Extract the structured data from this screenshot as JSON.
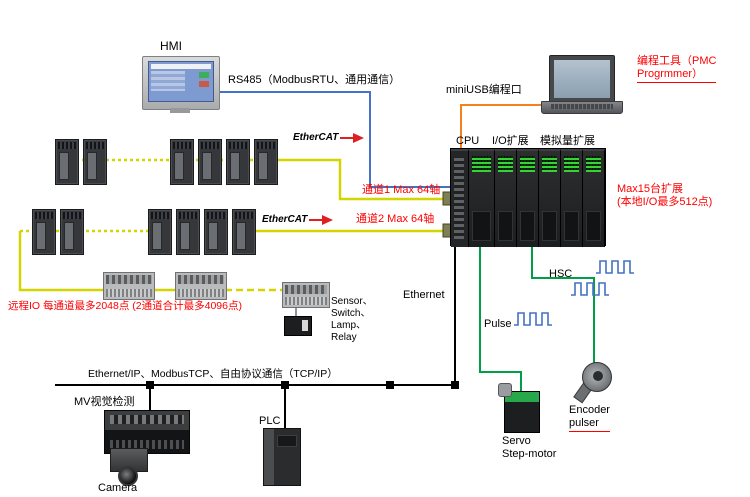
{
  "colors": {
    "red": "#ff0000",
    "blue": "#4472c4",
    "orange": "#f4801f",
    "yellow": "#d4d400",
    "green": "#009f45",
    "waveform_blue": "#4472c4"
  },
  "hmi": {
    "label": "HMI"
  },
  "rs485": {
    "label": "RS485（ModbusRTU、通用通信）"
  },
  "miniusb": {
    "label": "miniUSB编程口"
  },
  "programmer": {
    "line1": "编程工具（PMC",
    "line2": "Progrmmer）"
  },
  "rack": {
    "cpu_label": "CPU",
    "io_label": "I/O扩展",
    "analog_label": "模拟量扩展"
  },
  "max_expansion": {
    "line1": "Max15台扩展",
    "line2": "(本地I/O最多512点)"
  },
  "ethercat1": {
    "label": "EtherCAT"
  },
  "ethercat2": {
    "label": "EtherCAT"
  },
  "channel1": {
    "label": "通道1  Max 64轴"
  },
  "channel2": {
    "label": "通道2  Max 64轴"
  },
  "remote_io_note": {
    "label": "远程IO  每通道最多2048点 (2通道合计最多4096点)"
  },
  "sensor_group": {
    "line1": "Sensor、",
    "line2": "Switch、",
    "line3": "Lamp、",
    "line4": "Relay"
  },
  "ethernet": {
    "label": "Ethernet"
  },
  "pulse": {
    "label": "Pulse"
  },
  "hsc": {
    "label": "HSC"
  },
  "fieldbus": {
    "label": "Ethernet/IP、ModbusTCP、自由协议通信（TCP/IP）"
  },
  "mv": {
    "label": "MV视觉检测"
  },
  "plc": {
    "label": "PLC"
  },
  "camera": {
    "label": "Camera"
  },
  "servo_motor": {
    "line1": "Servo",
    "line2": "Step-motor"
  },
  "encoder": {
    "line1": "Encoder",
    "line2": "pulser"
  }
}
